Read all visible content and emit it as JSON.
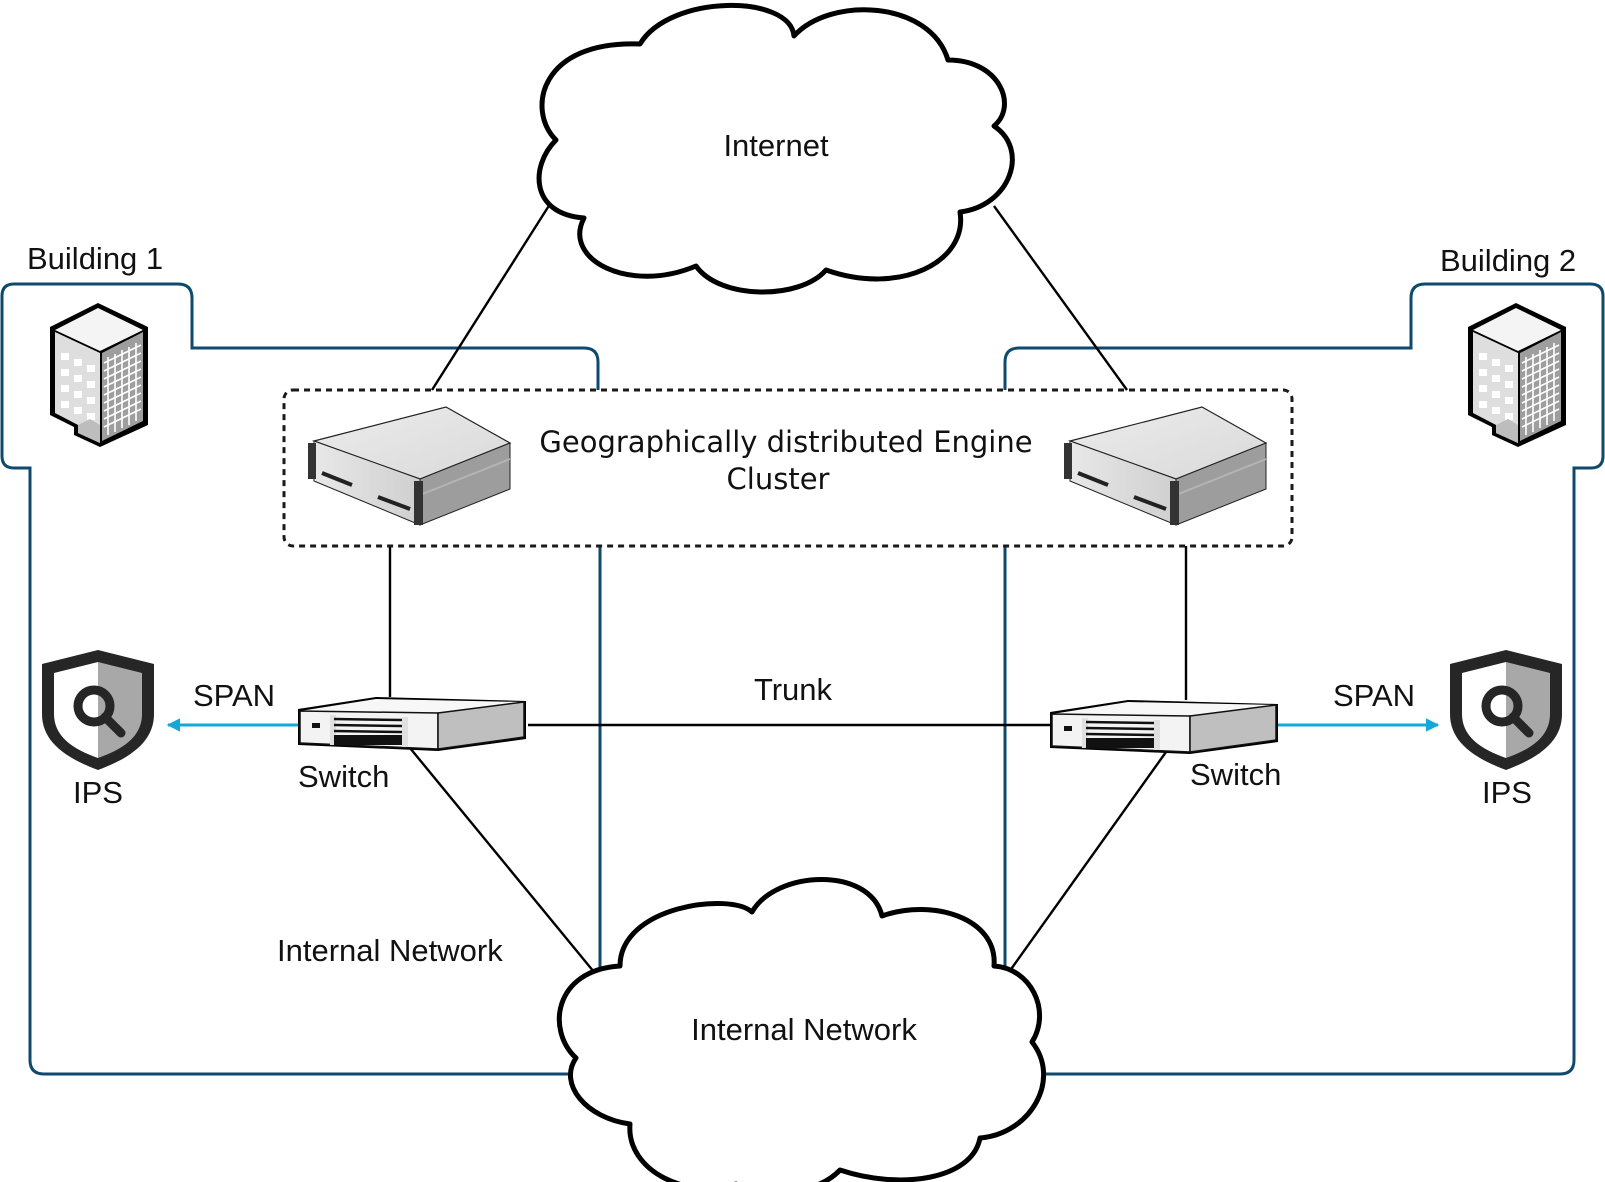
{
  "labels": {
    "internet": "Internet",
    "building1": "Building 1",
    "building2": "Building 2",
    "cluster_line1": "Geographically distributed Engine",
    "cluster_line2": "Cluster",
    "trunk": "Trunk",
    "span_left": "SPAN",
    "span_right": "SPAN",
    "switch_left": "Switch",
    "switch_right": "Switch",
    "ips_left": "IPS",
    "ips_right": "IPS",
    "internal_network_side": "Internal Network",
    "internal_network_cloud": "Internal Network"
  },
  "nodes": [
    {
      "id": "internet",
      "type": "cloud-icon",
      "label": "Internet"
    },
    {
      "id": "internal-network",
      "type": "cloud-icon",
      "label": "Internal Network"
    },
    {
      "id": "building-1",
      "type": "building-icon",
      "label": "Building 1"
    },
    {
      "id": "building-2",
      "type": "building-icon",
      "label": "Building 2"
    },
    {
      "id": "engine-left",
      "type": "server-icon",
      "label": ""
    },
    {
      "id": "engine-right",
      "type": "server-icon",
      "label": ""
    },
    {
      "id": "switch-left",
      "type": "switch-icon",
      "label": "Switch"
    },
    {
      "id": "switch-right",
      "type": "switch-icon",
      "label": "Switch"
    },
    {
      "id": "ips-left",
      "type": "shield-search-icon",
      "label": "IPS"
    },
    {
      "id": "ips-right",
      "type": "shield-search-icon",
      "label": "IPS"
    }
  ],
  "edges": [
    {
      "from": "internet",
      "to": "engine-left",
      "label": ""
    },
    {
      "from": "internet",
      "to": "engine-right",
      "label": ""
    },
    {
      "from": "engine-left",
      "to": "switch-left",
      "label": ""
    },
    {
      "from": "engine-right",
      "to": "switch-right",
      "label": ""
    },
    {
      "from": "switch-left",
      "to": "switch-right",
      "label": "Trunk"
    },
    {
      "from": "switch-left",
      "to": "ips-left",
      "label": "SPAN",
      "directed": true
    },
    {
      "from": "switch-right",
      "to": "ips-right",
      "label": "SPAN",
      "directed": true
    },
    {
      "from": "switch-left",
      "to": "internal-network",
      "label": ""
    },
    {
      "from": "switch-right",
      "to": "internal-network",
      "label": ""
    }
  ],
  "colors": {
    "boundary": "#0e4a6e",
    "span_arrow": "#12a9d6",
    "line": "#000000"
  }
}
